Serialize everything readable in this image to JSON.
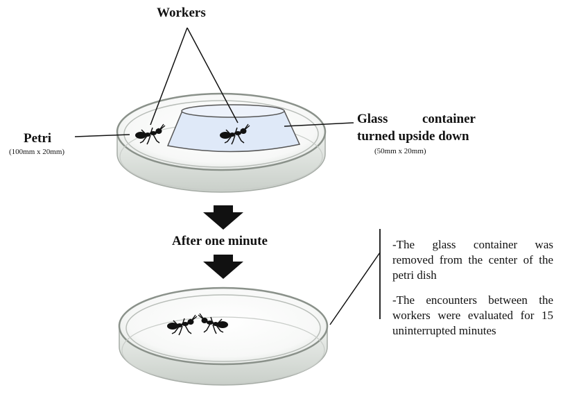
{
  "labels": {
    "workers": "Workers",
    "petri": "Petri",
    "petri_size": "(100mm x 20mm)",
    "glass_line1": "Glass container",
    "glass_line2": "turned upside down",
    "glass_size": "(50mm x 20mm)",
    "after": "After one minute"
  },
  "notes": [
    "-The glass container was removed from the center of the petri dish",
    "-The encounters between the workers were evaluated for 15 uninterrupted minutes"
  ],
  "colors": {
    "glass_fill": "#dfe9f8",
    "arrow": "#111111",
    "dish_rim": "#8a918a"
  }
}
